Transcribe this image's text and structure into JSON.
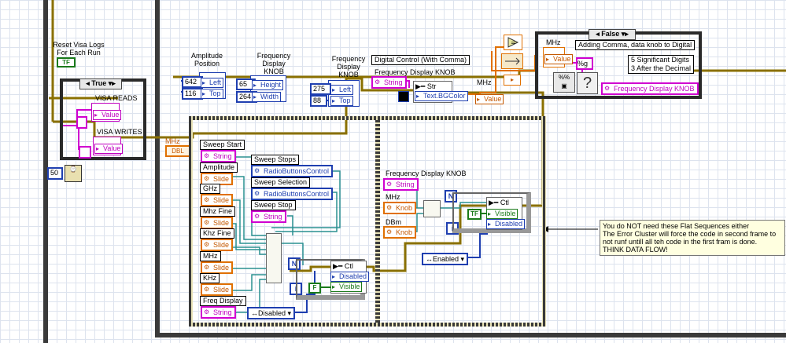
{
  "reset_label": "Reset Visa Logs\nFor Each Run",
  "reset_bool": "TF",
  "case_true": {
    "selector": "True",
    "visa_reads": "VISA READS",
    "visa_writes": "VISA WRITES",
    "value_label": "Value",
    "prop_label": "Value"
  },
  "wait_const": "50",
  "mhz_wire_label": "MHz",
  "dbl_label": "DBL",
  "amplitude_position": {
    "label": "Amplitude\nPosition",
    "left_value": "642",
    "top_value": "116",
    "left": "Left",
    "top": "Top"
  },
  "freq_display_knob_1": {
    "label": "Frequency\nDisplay\nKNOB",
    "height_value": "65",
    "width_value": "264",
    "height": "Height",
    "width": "Width"
  },
  "freq_display_knob_2": {
    "label": "Frequency\nDisplay\nKNOB",
    "left_value": "275",
    "top_value": "88",
    "left": "Left",
    "top": "Top"
  },
  "digital_control": {
    "label": "Digital Control (With Comma)",
    "fdk_label": "Frequency Display KNOB",
    "string": "String",
    "str": "Str",
    "bgcolor": "Text.BGColor"
  },
  "mhz_value": {
    "label": "MHz",
    "value": "Value"
  },
  "case_false": {
    "selector": "False",
    "title": "Adding Comma, data knob to Digital",
    "mhz": "MHz",
    "value": "Value",
    "fmt": "%g",
    "question": "?",
    "percent": "%",
    "sig_comment": "5 Significant Digits\n3 After the Decimal",
    "fdk_ref": "Frequency Display KNOB"
  },
  "left_frame": {
    "items": [
      {
        "label": "Sweep Start",
        "ref": "String",
        "type": "pink"
      },
      {
        "label": "Amplitude",
        "ref": "Slide",
        "type": "orange"
      },
      {
        "label": "GHz",
        "ref": "Slide",
        "type": "orange"
      },
      {
        "label": "Mhz Fine",
        "ref": "Slide",
        "type": "orange"
      },
      {
        "label": "Khz Fine",
        "ref": "Slide",
        "type": "orange"
      },
      {
        "label": "MHz",
        "ref": "Slide",
        "type": "orange"
      },
      {
        "label": "KHz",
        "ref": "Slide",
        "type": "orange"
      },
      {
        "label": "Freq Display",
        "ref": "String",
        "type": "pink"
      }
    ],
    "sweep_items": [
      {
        "label": "Sweep Stops",
        "ref": "RadioButtonsControl",
        "type": "blue"
      },
      {
        "label": "Sweep Selection",
        "ref": "RadioButtonsControl",
        "type": "blue"
      },
      {
        "label": "Sweep Stop",
        "ref": "String",
        "type": "pink"
      }
    ],
    "ctl": "Ctl",
    "disabled": "Disabled",
    "visible": "Visible",
    "disabled_ring": "Disabled",
    "n": "N",
    "i": "i",
    "f": "F"
  },
  "right_frame": {
    "fdk_label": "Frequency Display KNOB",
    "string": "String",
    "mhz": "MHz",
    "knob1": "Knob",
    "dbm": "DBm",
    "knob2": "Knob",
    "ctl": "Ctl",
    "visible": "Visible",
    "disabled": "Disabled",
    "enabled_ring": "Enabled",
    "n": "N",
    "i": "i",
    "t": "TF"
  },
  "comment": "You do NOT need these Flat Sequences either\nThe Error Cluster will force the code in second frame to\nnot runf untill all teh code in the first fram is done.\nTHINK DATA FLOW!",
  "colors": {
    "wire_pink": "#d000d0",
    "wire_orange": "#e07000",
    "wire_blue": "#1f3fb0",
    "wire_green": "#1a7a1a",
    "wire_error": "#8a7000",
    "wire_teal": "#2a9090"
  }
}
